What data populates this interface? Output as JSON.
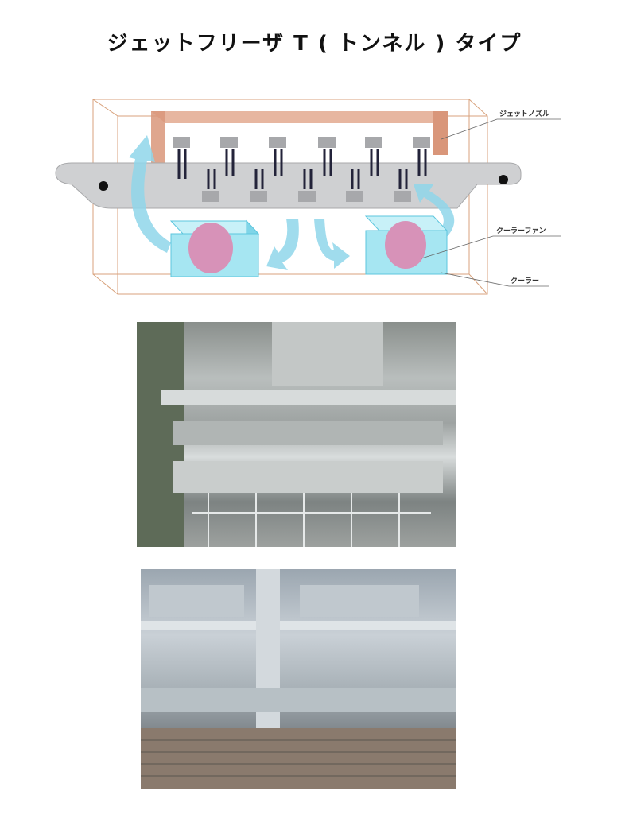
{
  "title": "ジェットフリーザ T ( トンネル ) タイプ",
  "diagram": {
    "labels": {
      "jet_nozzle": "ジェットノズル",
      "cooler_fan": "クーラーファン",
      "cooler": "クーラー"
    },
    "colors": {
      "nozzle_frame": "#d9967a",
      "airflow": "#8fd6ea",
      "cooler": "#a6e6f2",
      "fan": "#d792b8",
      "belt": "#cfd0d2"
    }
  },
  "photos": [
    {
      "subject": "tunnel-freezer-exterior"
    },
    {
      "subject": "tunnel-freezer-interior"
    }
  ]
}
